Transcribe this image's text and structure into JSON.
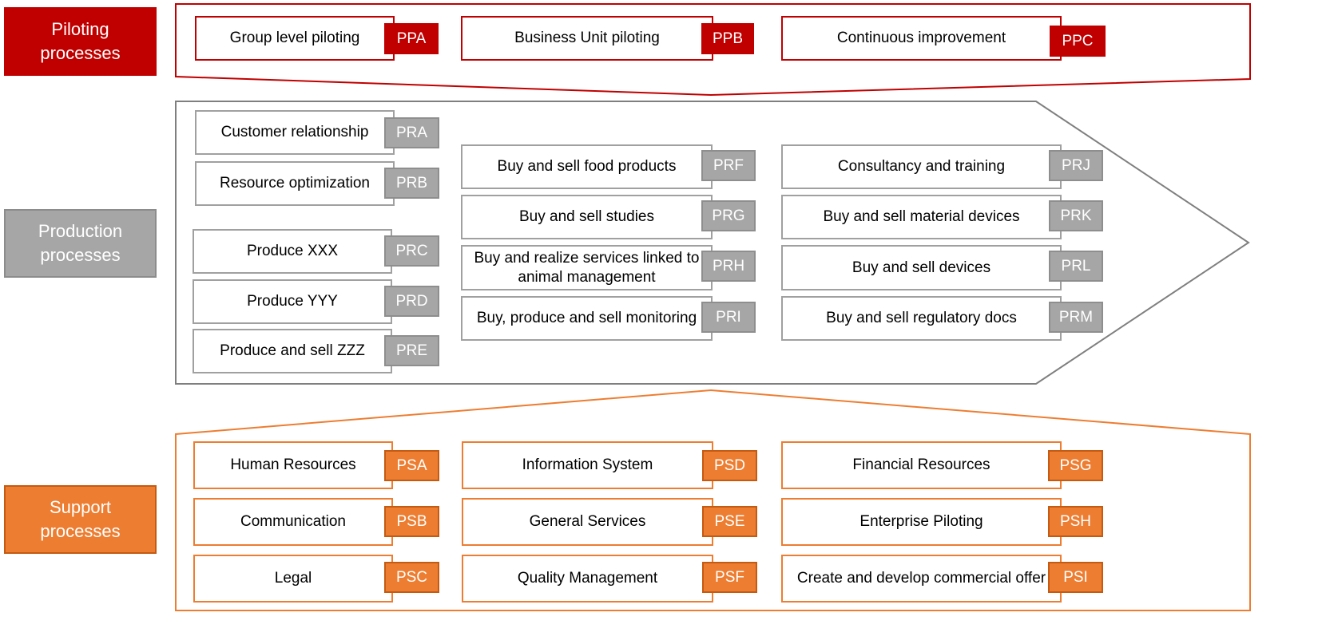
{
  "colors": {
    "piloting": "#c00000",
    "production": "#a6a6a6",
    "support": "#ed7d31"
  },
  "categories": {
    "piloting": "Piloting\nprocesses",
    "production": "Production\nprocesses",
    "support": "Support\nprocesses"
  },
  "piloting": [
    {
      "label": "Group level piloting",
      "code": "PPA"
    },
    {
      "label": "Business Unit piloting",
      "code": "PPB"
    },
    {
      "label": "Continuous improvement",
      "code": "PPC"
    }
  ],
  "production": [
    {
      "label": "Customer relationship",
      "code": "PRA"
    },
    {
      "label": "Resource optimization",
      "code": "PRB"
    },
    {
      "label": "Produce XXX",
      "code": "PRC"
    },
    {
      "label": "Produce YYY",
      "code": "PRD"
    },
    {
      "label": "Produce and sell ZZZ",
      "code": "PRE"
    },
    {
      "label": "Buy and sell food products",
      "code": "PRF"
    },
    {
      "label": "Buy and sell studies",
      "code": "PRG"
    },
    {
      "label": "Buy and realize services linked to animal management",
      "code": "PRH"
    },
    {
      "label": "Buy, produce and sell monitoring",
      "code": "PRI"
    },
    {
      "label": "Consultancy and training",
      "code": "PRJ"
    },
    {
      "label": "Buy and sell material devices",
      "code": "PRK"
    },
    {
      "label": "Buy and sell devices",
      "code": "PRL"
    },
    {
      "label": "Buy and sell regulatory docs",
      "code": "PRM"
    }
  ],
  "support": [
    {
      "label": "Human Resources",
      "code": "PSA"
    },
    {
      "label": "Communication",
      "code": "PSB"
    },
    {
      "label": "Legal",
      "code": "PSC"
    },
    {
      "label": "Information System",
      "code": "PSD"
    },
    {
      "label": "General Services",
      "code": "PSE"
    },
    {
      "label": "Quality Management",
      "code": "PSF"
    },
    {
      "label": "Financial Resources",
      "code": "PSG"
    },
    {
      "label": "Enterprise Piloting",
      "code": "PSH"
    },
    {
      "label": "Create and develop commercial offer",
      "code": "PSI"
    }
  ]
}
